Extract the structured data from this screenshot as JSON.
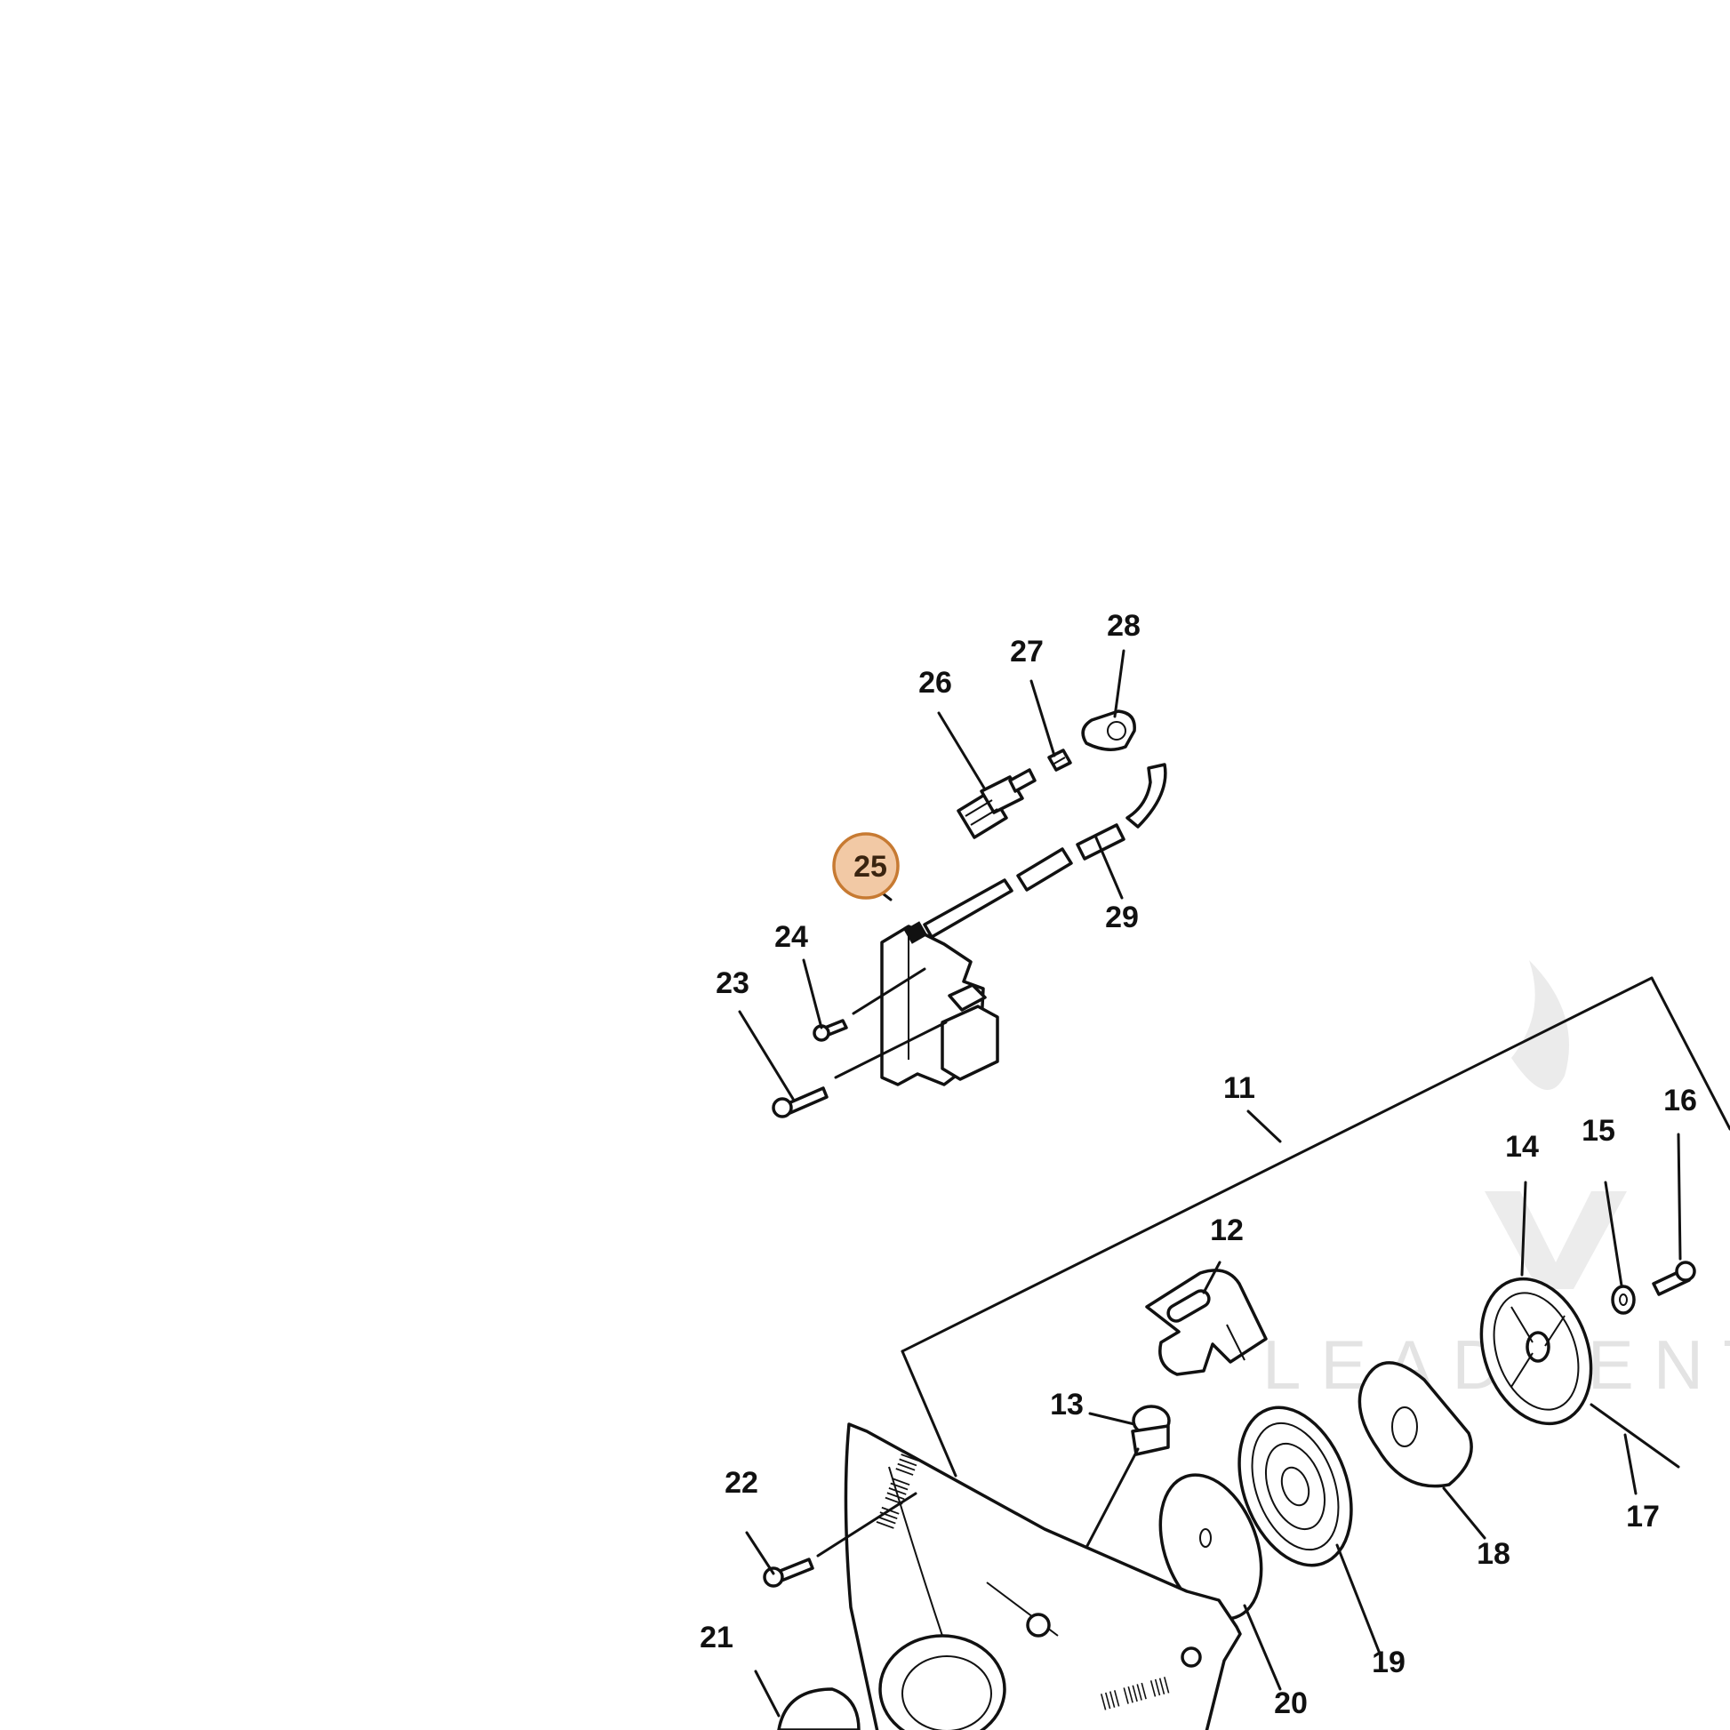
{
  "diagram": {
    "highlighted_callout": "25",
    "highlight_color": "#f2c9a5",
    "highlight_stroke": "#c77a32",
    "watermark_text": "LEADVENTU",
    "callouts": {
      "c11": "11",
      "c12": "12",
      "c13": "13",
      "c14": "14",
      "c15": "15",
      "c16": "16",
      "c17": "17",
      "c18": "18",
      "c19": "19",
      "c20": "20",
      "c21": "21",
      "c22": "22",
      "c23": "23",
      "c24": "24",
      "c25": "25",
      "c26": "26",
      "c27": "27",
      "c28": "28",
      "c29": "29"
    }
  }
}
